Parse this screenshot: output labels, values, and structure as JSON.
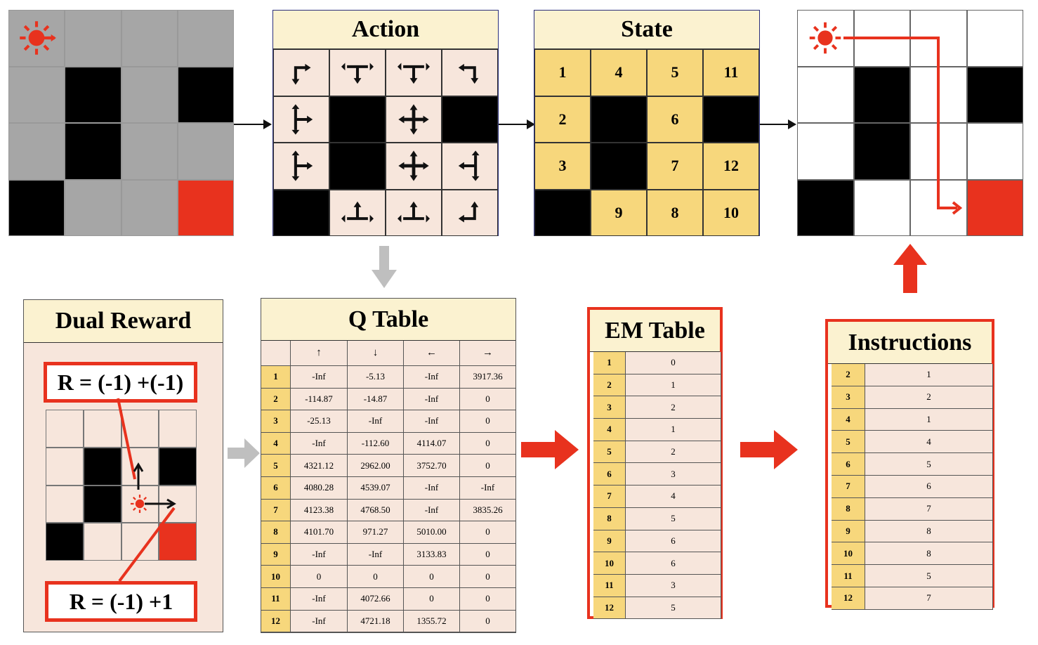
{
  "colors": {
    "wall": "#000000",
    "floor_gray": "#a6a6a6",
    "goal": "#e8321e",
    "agent": "#e8321e",
    "action_cell": "#f7e6dc",
    "state_cell": "#f7d77c",
    "header": "#fbf2d0",
    "red_border": "#e8321e",
    "gray_arrow": "#bfbfbf"
  },
  "maze_layout": [
    [
      "agent",
      "open",
      "open",
      "open"
    ],
    [
      "open",
      "wall",
      "open",
      "wall"
    ],
    [
      "open",
      "wall",
      "open",
      "open"
    ],
    [
      "wall",
      "open",
      "open",
      "goal"
    ]
  ],
  "action_panel": {
    "title": "Action",
    "cells": [
      [
        "turn-down-right",
        "t-down",
        "t-down",
        "turn-left-down"
      ],
      [
        "t-right",
        "wall",
        "cross",
        "wall"
      ],
      [
        "t-right",
        "wall",
        "cross",
        "t-left"
      ],
      [
        "wall",
        "t-up",
        "t-up",
        "turn-up-left"
      ]
    ]
  },
  "state_panel": {
    "title": "State",
    "cells": [
      [
        "1",
        "4",
        "5",
        "11"
      ],
      [
        "2",
        "",
        "6",
        ""
      ],
      [
        "3",
        "",
        "7",
        "12"
      ],
      [
        "",
        "9",
        "8",
        "10"
      ]
    ]
  },
  "dual_reward": {
    "title": "Dual Reward",
    "top_formula": "R = (-1) +(-1)",
    "bottom_formula": "R = (-1) +1"
  },
  "q_table": {
    "title": "Q Table",
    "headers": [
      "↑",
      "↓",
      "←",
      "→"
    ],
    "rows": [
      {
        "state": "1",
        "values": [
          "-Inf",
          "-5.13",
          "-Inf",
          "3917.36"
        ]
      },
      {
        "state": "2",
        "values": [
          "-114.87",
          "-14.87",
          "-Inf",
          "0"
        ]
      },
      {
        "state": "3",
        "values": [
          "-25.13",
          "-Inf",
          "-Inf",
          "0"
        ]
      },
      {
        "state": "4",
        "values": [
          "-Inf",
          "-112.60",
          "4114.07",
          "0"
        ]
      },
      {
        "state": "5",
        "values": [
          "4321.12",
          "2962.00",
          "3752.70",
          "0"
        ]
      },
      {
        "state": "6",
        "values": [
          "4080.28",
          "4539.07",
          "-Inf",
          "-Inf"
        ]
      },
      {
        "state": "7",
        "values": [
          "4123.38",
          "4768.50",
          "-Inf",
          "3835.26"
        ]
      },
      {
        "state": "8",
        "values": [
          "4101.70",
          "971.27",
          "5010.00",
          "0"
        ]
      },
      {
        "state": "9",
        "values": [
          "-Inf",
          "-Inf",
          "3133.83",
          "0"
        ]
      },
      {
        "state": "10",
        "values": [
          "0",
          "0",
          "0",
          "0"
        ]
      },
      {
        "state": "11",
        "values": [
          "-Inf",
          "4072.66",
          "0",
          "0"
        ]
      },
      {
        "state": "12",
        "values": [
          "-Inf",
          "4721.18",
          "1355.72",
          "0"
        ]
      }
    ]
  },
  "em_table": {
    "title": "EM Table",
    "rows": [
      {
        "state": "1",
        "value": "0"
      },
      {
        "state": "2",
        "value": "1"
      },
      {
        "state": "3",
        "value": "2"
      },
      {
        "state": "4",
        "value": "1"
      },
      {
        "state": "5",
        "value": "2"
      },
      {
        "state": "6",
        "value": "3"
      },
      {
        "state": "7",
        "value": "4"
      },
      {
        "state": "8",
        "value": "5"
      },
      {
        "state": "9",
        "value": "6"
      },
      {
        "state": "10",
        "value": "6"
      },
      {
        "state": "11",
        "value": "3"
      },
      {
        "state": "12",
        "value": "5"
      }
    ]
  },
  "instructions": {
    "title": "Instructions",
    "rows": [
      {
        "state": "2",
        "value": "1"
      },
      {
        "state": "3",
        "value": "2"
      },
      {
        "state": "4",
        "value": "1"
      },
      {
        "state": "5",
        "value": "4"
      },
      {
        "state": "6",
        "value": "5"
      },
      {
        "state": "7",
        "value": "6"
      },
      {
        "state": "8",
        "value": "7"
      },
      {
        "state": "9",
        "value": "8"
      },
      {
        "state": "10",
        "value": "8"
      },
      {
        "state": "11",
        "value": "5"
      },
      {
        "state": "12",
        "value": "7"
      }
    ]
  }
}
